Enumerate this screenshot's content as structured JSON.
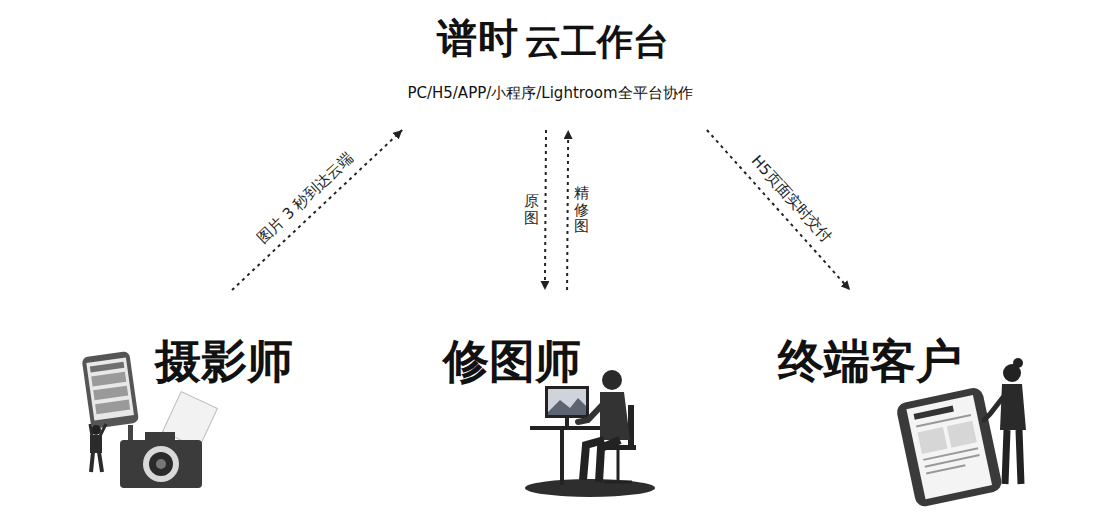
{
  "diagram": {
    "nodes": [
      {
        "text": [
          "谱时",
          "云工作台",
          "PC/H5/APP/小程序/Lightroom全平台协作"
        ]
      },
      {
        "text": [
          "摄影师"
        ]
      },
      {
        "text": [
          "修图师"
        ]
      },
      {
        "text": [
          "终端客户"
        ]
      }
    ],
    "edges": [
      {
        "from": 1,
        "to": 0,
        "label": "图片 3 秒到达云端",
        "arrow": "to"
      },
      {
        "from": 0,
        "to": 2,
        "label": "原图",
        "arrow": "to"
      },
      {
        "from": 2,
        "to": 0,
        "label": "精修图",
        "arrow": "to"
      },
      {
        "from": 0,
        "to": 3,
        "label": "H5页面实时交付",
        "arrow": "to"
      }
    ]
  }
}
